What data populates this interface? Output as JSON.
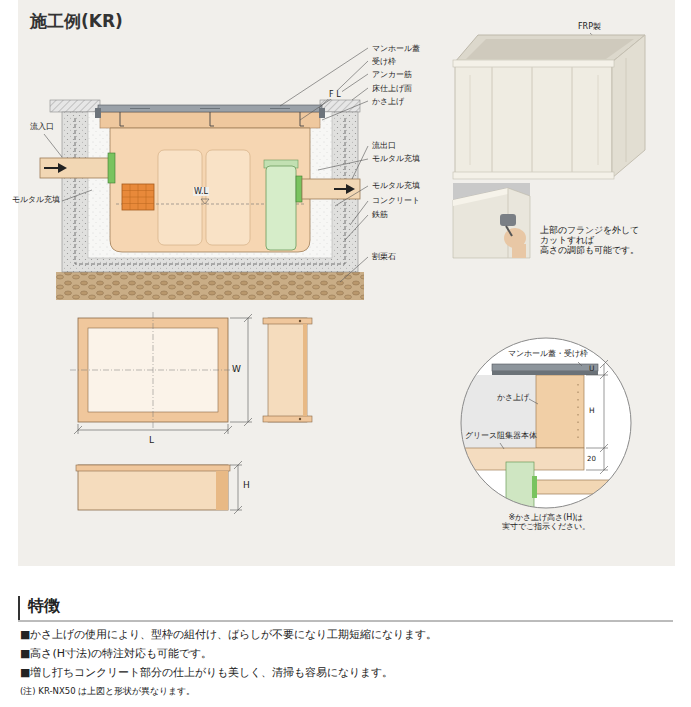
{
  "diagram": {
    "title": "施工例(KR)",
    "labels": [
      "マンホール蓋",
      "受け枠",
      "アンカー筋",
      "F L",
      "床仕上げ面",
      "かさ上げ",
      "流入口",
      "流出口",
      "モルタル充填",
      "W.L",
      "モルタル充填",
      "モルタル充填",
      "コンクリート",
      "鉄筋",
      "割栗石",
      "FRP製",
      "上部のフランジを外して カットすれば 高さの調節も可能です。",
      "W",
      "L",
      "H",
      "マンホール蓋・受け枠",
      "U",
      "かさ上げ",
      "H",
      "グリース阻集器本体",
      "20",
      "※かさ上げ高さ(H)は 実寸でご指示ください。",
      "特徴",
      "■かさ上げの使用により、型枠の組付け、ばらしが不要になり工期短縮になります。",
      "■高さ(H寸法)の特注対応も可能です。",
      "■増し打ちコンクリート部分の仕上がりも美しく、清掃も容易になります。",
      "(注) KR-NX50 は上図と形状が異なります。"
    ]
  }
}
